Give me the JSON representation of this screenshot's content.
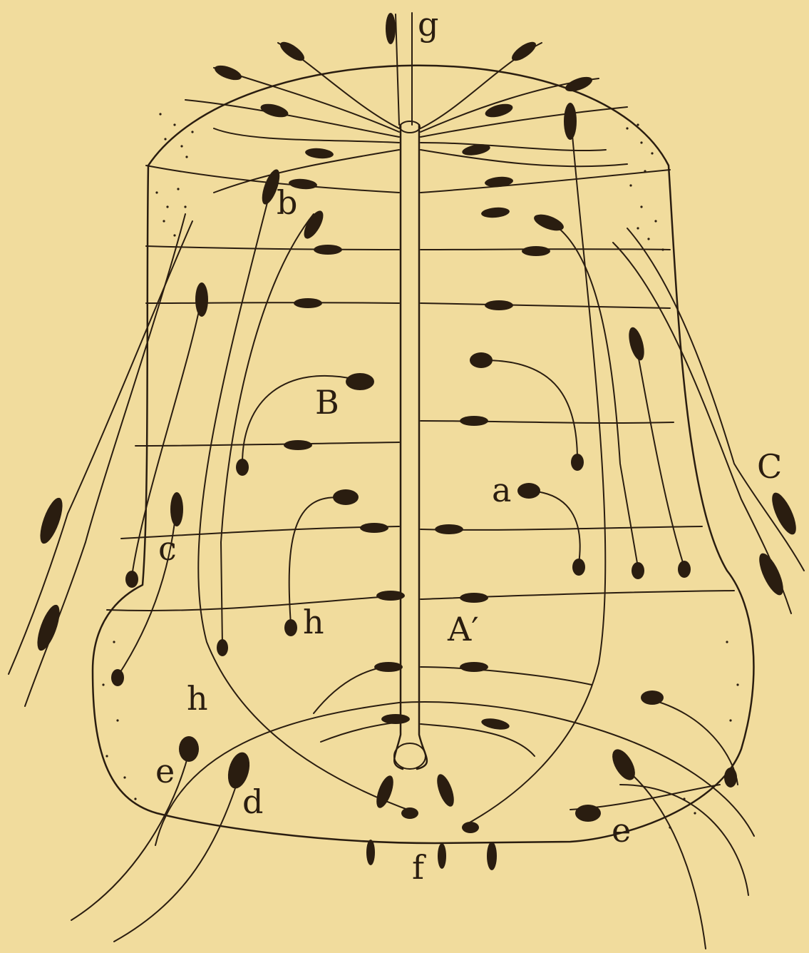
{
  "figure": {
    "background": "#f1dc9d",
    "ink": "#2a1d10",
    "labels": {
      "g": "g",
      "b": "b",
      "B": "B",
      "a": "a",
      "C_right": "C",
      "c_left": "c",
      "h_mid": "h",
      "A_prime": "A′",
      "h_lower": "h",
      "e_left": "e",
      "d": "d",
      "e_right": "e",
      "f": "f"
    }
  }
}
